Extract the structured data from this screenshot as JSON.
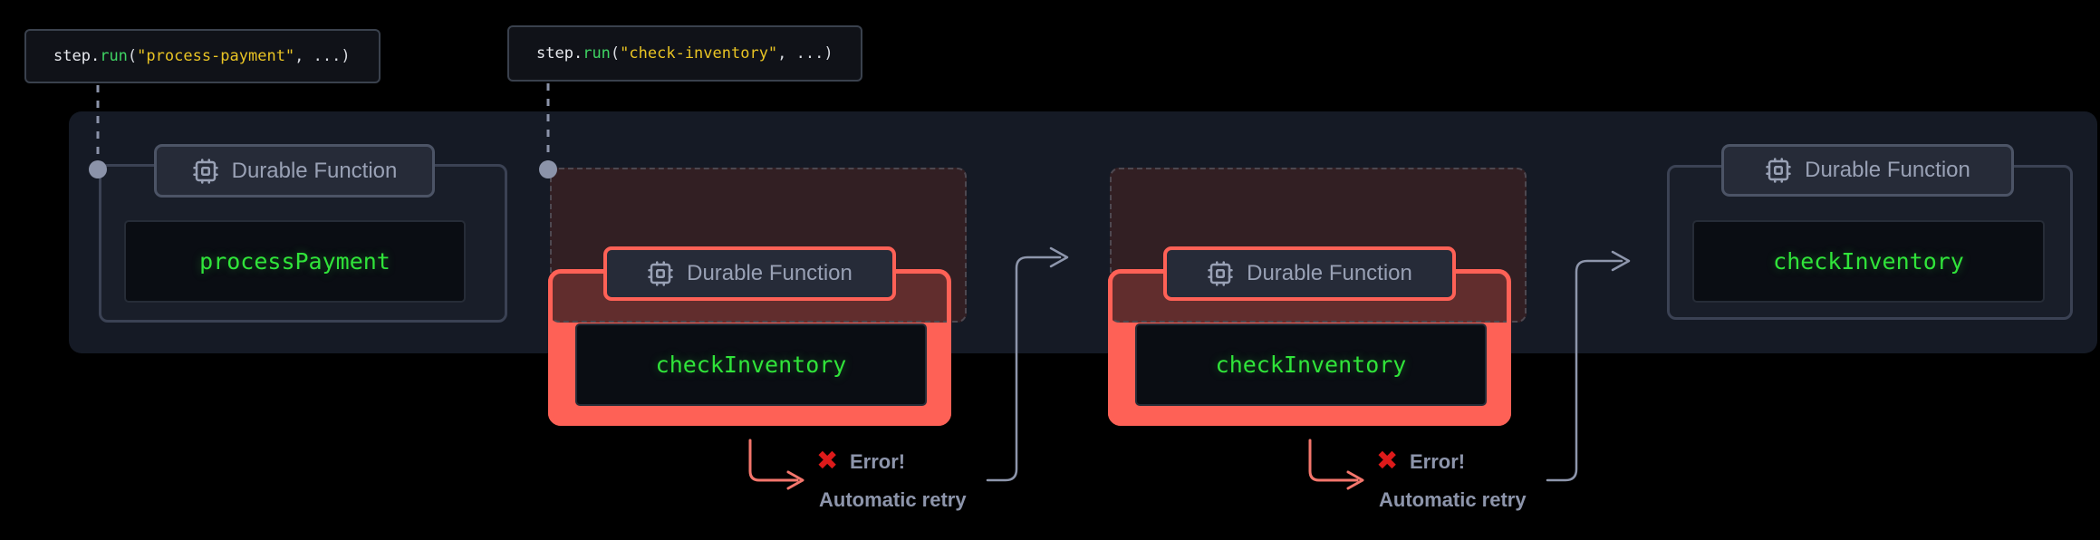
{
  "colors": {
    "page_background": "#000000",
    "panel_background": "#151A25",
    "accent_salmon": "#FE6156",
    "function_green": "#30E43A",
    "code_method_green": "#3FD463",
    "code_string_yellow": "#E9C424",
    "error_x_red": "#DD1A1A",
    "muted_text": "#8D95AB",
    "badge_text": "#99A1B5",
    "connector_gray": "#8B93A9"
  },
  "snippets": {
    "s1": {
      "object": "step",
      "dot": ".",
      "method": "run",
      "paren_open": "(",
      "string_arg": "\"process-payment\"",
      "paren_close": ", ...)"
    },
    "s2": {
      "object": "step",
      "dot": ".",
      "method": "run",
      "paren_open": "(",
      "string_arg": "\"check-inventory\"",
      "paren_close": ", ...)"
    }
  },
  "groups": {
    "g1": {
      "badge": "Durable Function",
      "function_name": "processPayment",
      "status": "success"
    },
    "g2": {
      "badge": "Durable Function",
      "function_name": "checkInventory",
      "status": "failed"
    },
    "g3": {
      "badge": "Durable Function",
      "function_name": "checkInventory",
      "status": "failed"
    },
    "g4": {
      "badge": "Durable Function",
      "function_name": "checkInventory",
      "status": "success"
    }
  },
  "errors": {
    "e1": {
      "mark": "✖",
      "title": "Error!",
      "caption": "Automatic retry"
    },
    "e2": {
      "mark": "✖",
      "title": "Error!",
      "caption": "Automatic retry"
    }
  }
}
